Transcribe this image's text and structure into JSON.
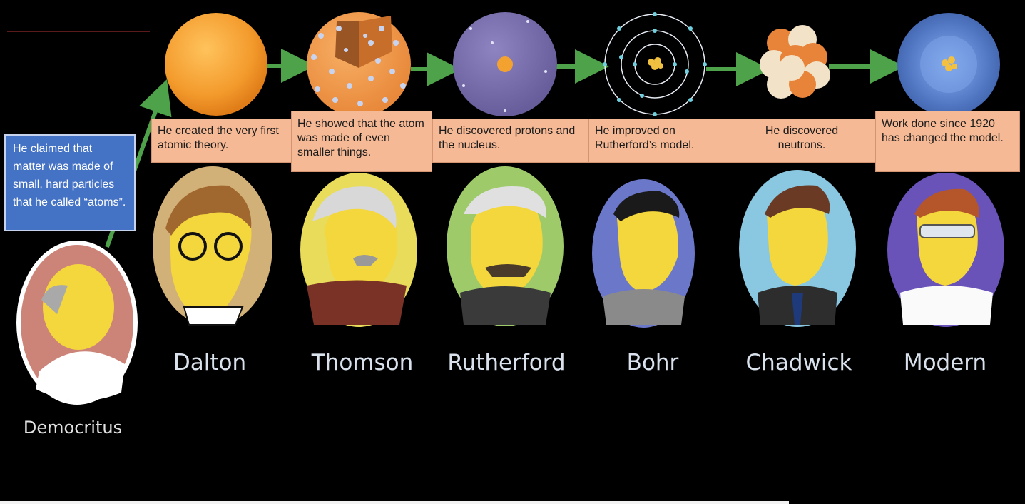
{
  "scientists": [
    {
      "name": "Democritus",
      "description": "He claimed that matter was made of small, hard particles that he called “atoms”.",
      "portrait_bg": "#cd8478"
    },
    {
      "name": "Dalton",
      "description": "He created the very first atomic theory.",
      "portrait_bg": "#d2b178"
    },
    {
      "name": "Thomson",
      "description": "He showed that the atom was made of even smaller things.",
      "portrait_bg": "#e8dc5a"
    },
    {
      "name": "Rutherford",
      "description": "He discovered protons and the nucleus.",
      "portrait_bg": "#9fca6a"
    },
    {
      "name": "Bohr",
      "description": "He improved on Rutherford’s model.",
      "portrait_bg": "#6b77c9"
    },
    {
      "name": "Chadwick",
      "description": "He discovered neutrons.",
      "portrait_bg": "#89c8e0"
    },
    {
      "name": "Modern",
      "description": "Work done since 1920 has changed the model.",
      "portrait_bg": "#6a53b8"
    }
  ],
  "models": [
    "solid-sphere",
    "plum-pudding",
    "nuclear",
    "planetary-orbits",
    "neutron-nucleus",
    "electron-cloud"
  ],
  "colors": {
    "arrow": "#4ea24a",
    "caption_bg": "#f6b995",
    "democritus_caption_bg": "#4472c4",
    "name_text": "#d9e1ec"
  }
}
